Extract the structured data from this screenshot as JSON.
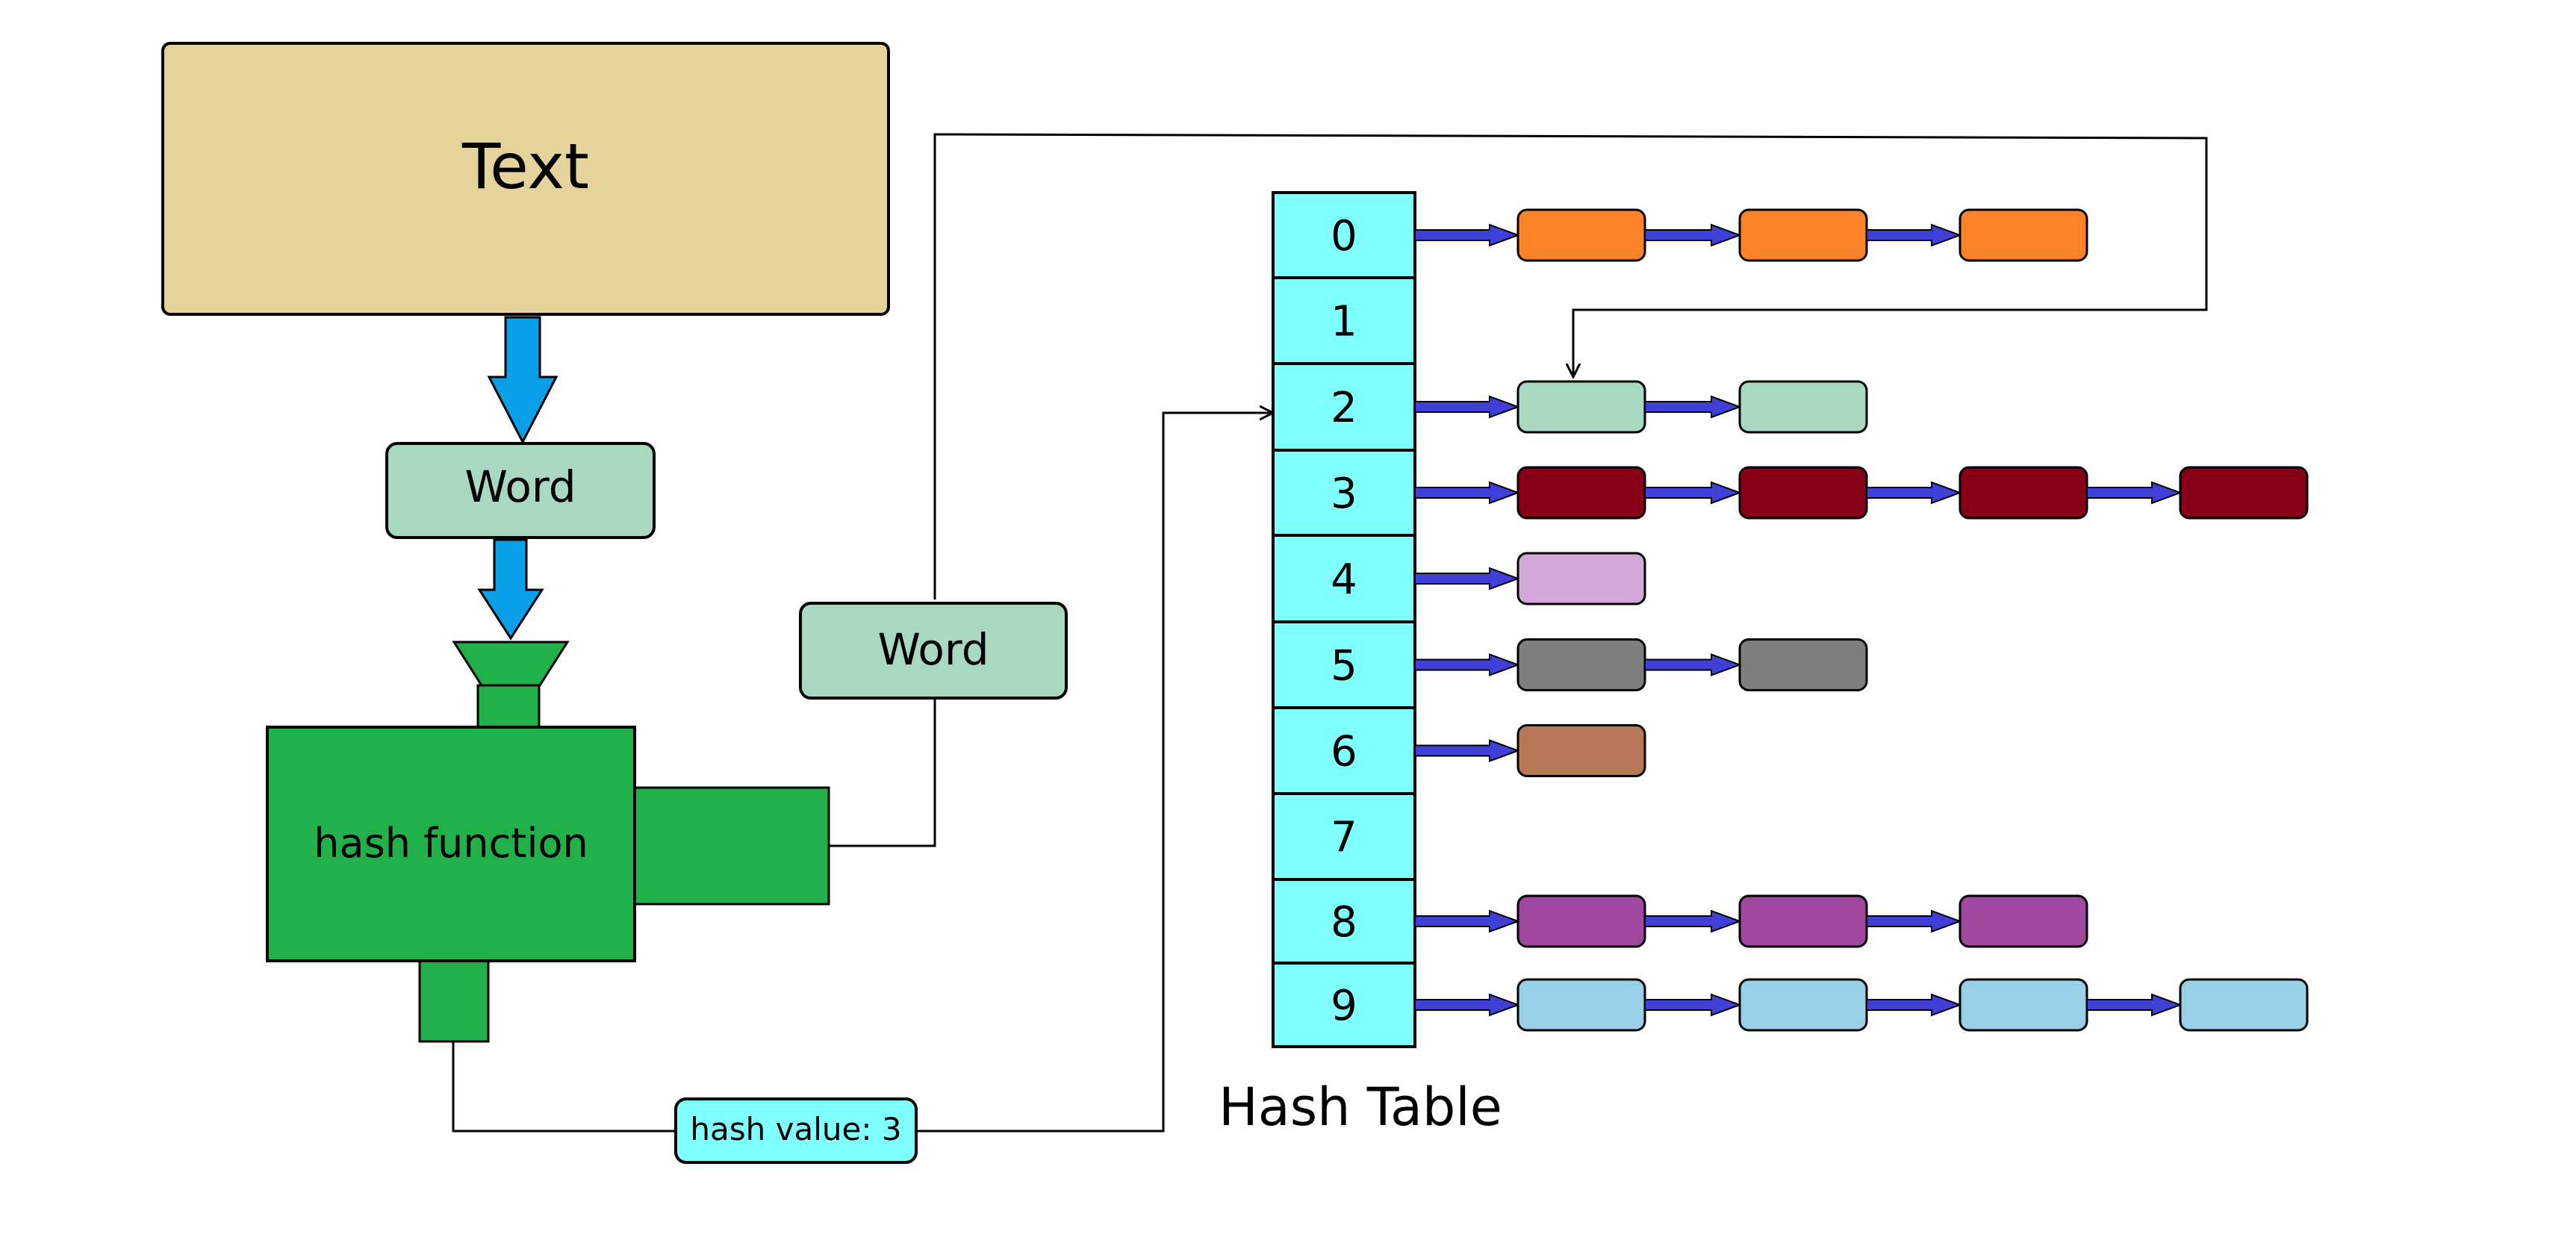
{
  "source_box": {
    "label": "Text",
    "color": "#e6d39c"
  },
  "word_box_1": {
    "label": "Word",
    "color": "#a8d8c0"
  },
  "word_box_2": {
    "label": "Word",
    "color": "#a8d8c0"
  },
  "hash_function": {
    "label": "hash function",
    "color": "#22b04a"
  },
  "hash_value_badge": {
    "label": "hash value: 3",
    "color": "#80ffff"
  },
  "hash_table": {
    "caption": "Hash Table",
    "cell_color": "#80ffff",
    "rows": [
      {
        "index": "0",
        "chain": [
          "#ff8228",
          "#ff8228",
          "#ff8228"
        ]
      },
      {
        "index": "1",
        "chain": []
      },
      {
        "index": "2",
        "chain": [
          "#a8d8c0",
          "#a8d8c0"
        ]
      },
      {
        "index": "3",
        "chain": [
          "#880018",
          "#880018",
          "#880018",
          "#880018"
        ]
      },
      {
        "index": "4",
        "chain": [
          "#d2a8d8"
        ]
      },
      {
        "index": "5",
        "chain": [
          "#7f7f7f",
          "#7f7f7f"
        ]
      },
      {
        "index": "6",
        "chain": [
          "#b87858"
        ]
      },
      {
        "index": "7",
        "chain": []
      },
      {
        "index": "8",
        "chain": [
          "#a048a0",
          "#a048a0",
          "#a048a0"
        ]
      },
      {
        "index": "9",
        "chain": [
          "#98d0e8",
          "#98d0e8",
          "#98d0e8",
          "#98d0e8"
        ]
      }
    ]
  },
  "colors": {
    "flow_arrow": "#0aa0e8",
    "chain_arrow": "#4040d8"
  }
}
